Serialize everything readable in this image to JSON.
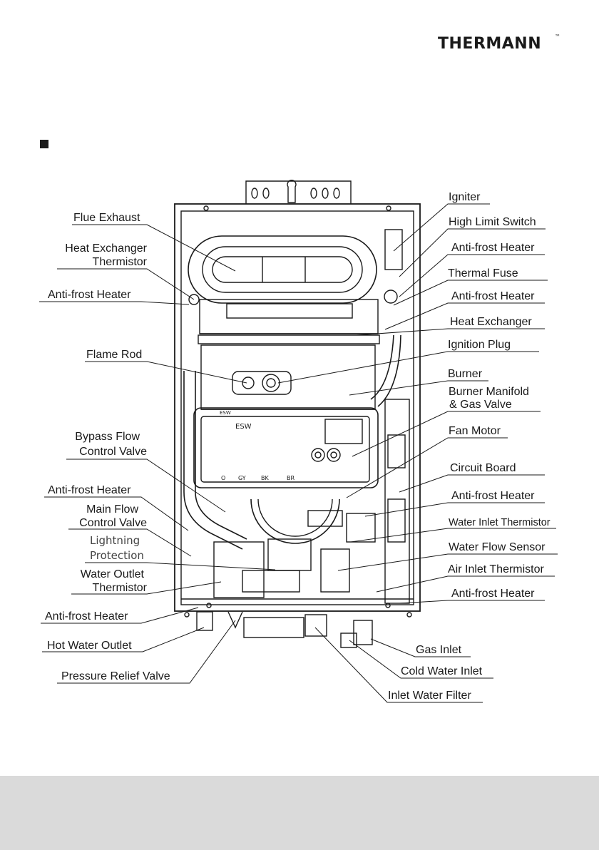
{
  "brand": {
    "logo_text": "THERMANN",
    "trademark": "™"
  },
  "labels": {
    "flue_exhaust": "Flue Exhaust",
    "heat_exchanger_thermistor_1": "Heat Exchanger",
    "heat_exchanger_thermistor_2": "Thermistor",
    "anti_frost_heater_left_1": "Anti-frost Heater",
    "flame_rod": "Flame Rod",
    "bypass_flow_1": "Bypass Flow",
    "bypass_flow_2": "Control Valve",
    "anti_frost_heater_left_2": "Anti-frost Heater",
    "main_flow_1": "Main Flow",
    "main_flow_2": "Control Valve",
    "lightning_1": "Lightning",
    "lightning_2": "Protection",
    "water_outlet_1": "Water Outlet",
    "water_outlet_2": "Thermistor",
    "anti_frost_heater_left_3": "Anti-frost Heater",
    "hot_water_outlet": "Hot Water Outlet",
    "pressure_relief_valve": "Pressure Relief Valve",
    "igniter": "Igniter",
    "high_limit_switch": "High Limit Switch",
    "anti_frost_heater_right_1": "Anti-frost Heater",
    "thermal_fuse": "Thermal Fuse",
    "anti_frost_heater_right_2": "Anti-frost Heater",
    "heat_exchanger": "Heat Exchanger",
    "ignition_plug": "Ignition Plug",
    "burner": "Burner",
    "burner_manifold_1": "Burner Manifold",
    "burner_manifold_2": "& Gas Valve",
    "fan_motor": "Fan Motor",
    "circuit_board": "Circuit Board",
    "anti_frost_heater_right_3": "Anti-frost Heater",
    "water_inlet_thermistor": "Water Inlet Thermistor",
    "water_flow_sensor": "Water Flow Sensor",
    "air_inlet_thermistor": "Air Inlet Thermistor",
    "anti_frost_heater_right_4": "Anti-frost Heater",
    "gas_inlet": "Gas Inlet",
    "cold_water_inlet": "Cold Water Inlet",
    "inlet_water_filter": "Inlet Water Filter"
  },
  "board_marks": {
    "esw_small": "ESW",
    "esw_large": "ESW",
    "w1": "O",
    "w2": "GY",
    "w3": "BK",
    "w4": "BR"
  },
  "colors": {
    "ink": "#1a1a1a",
    "footer": "#dadada"
  }
}
